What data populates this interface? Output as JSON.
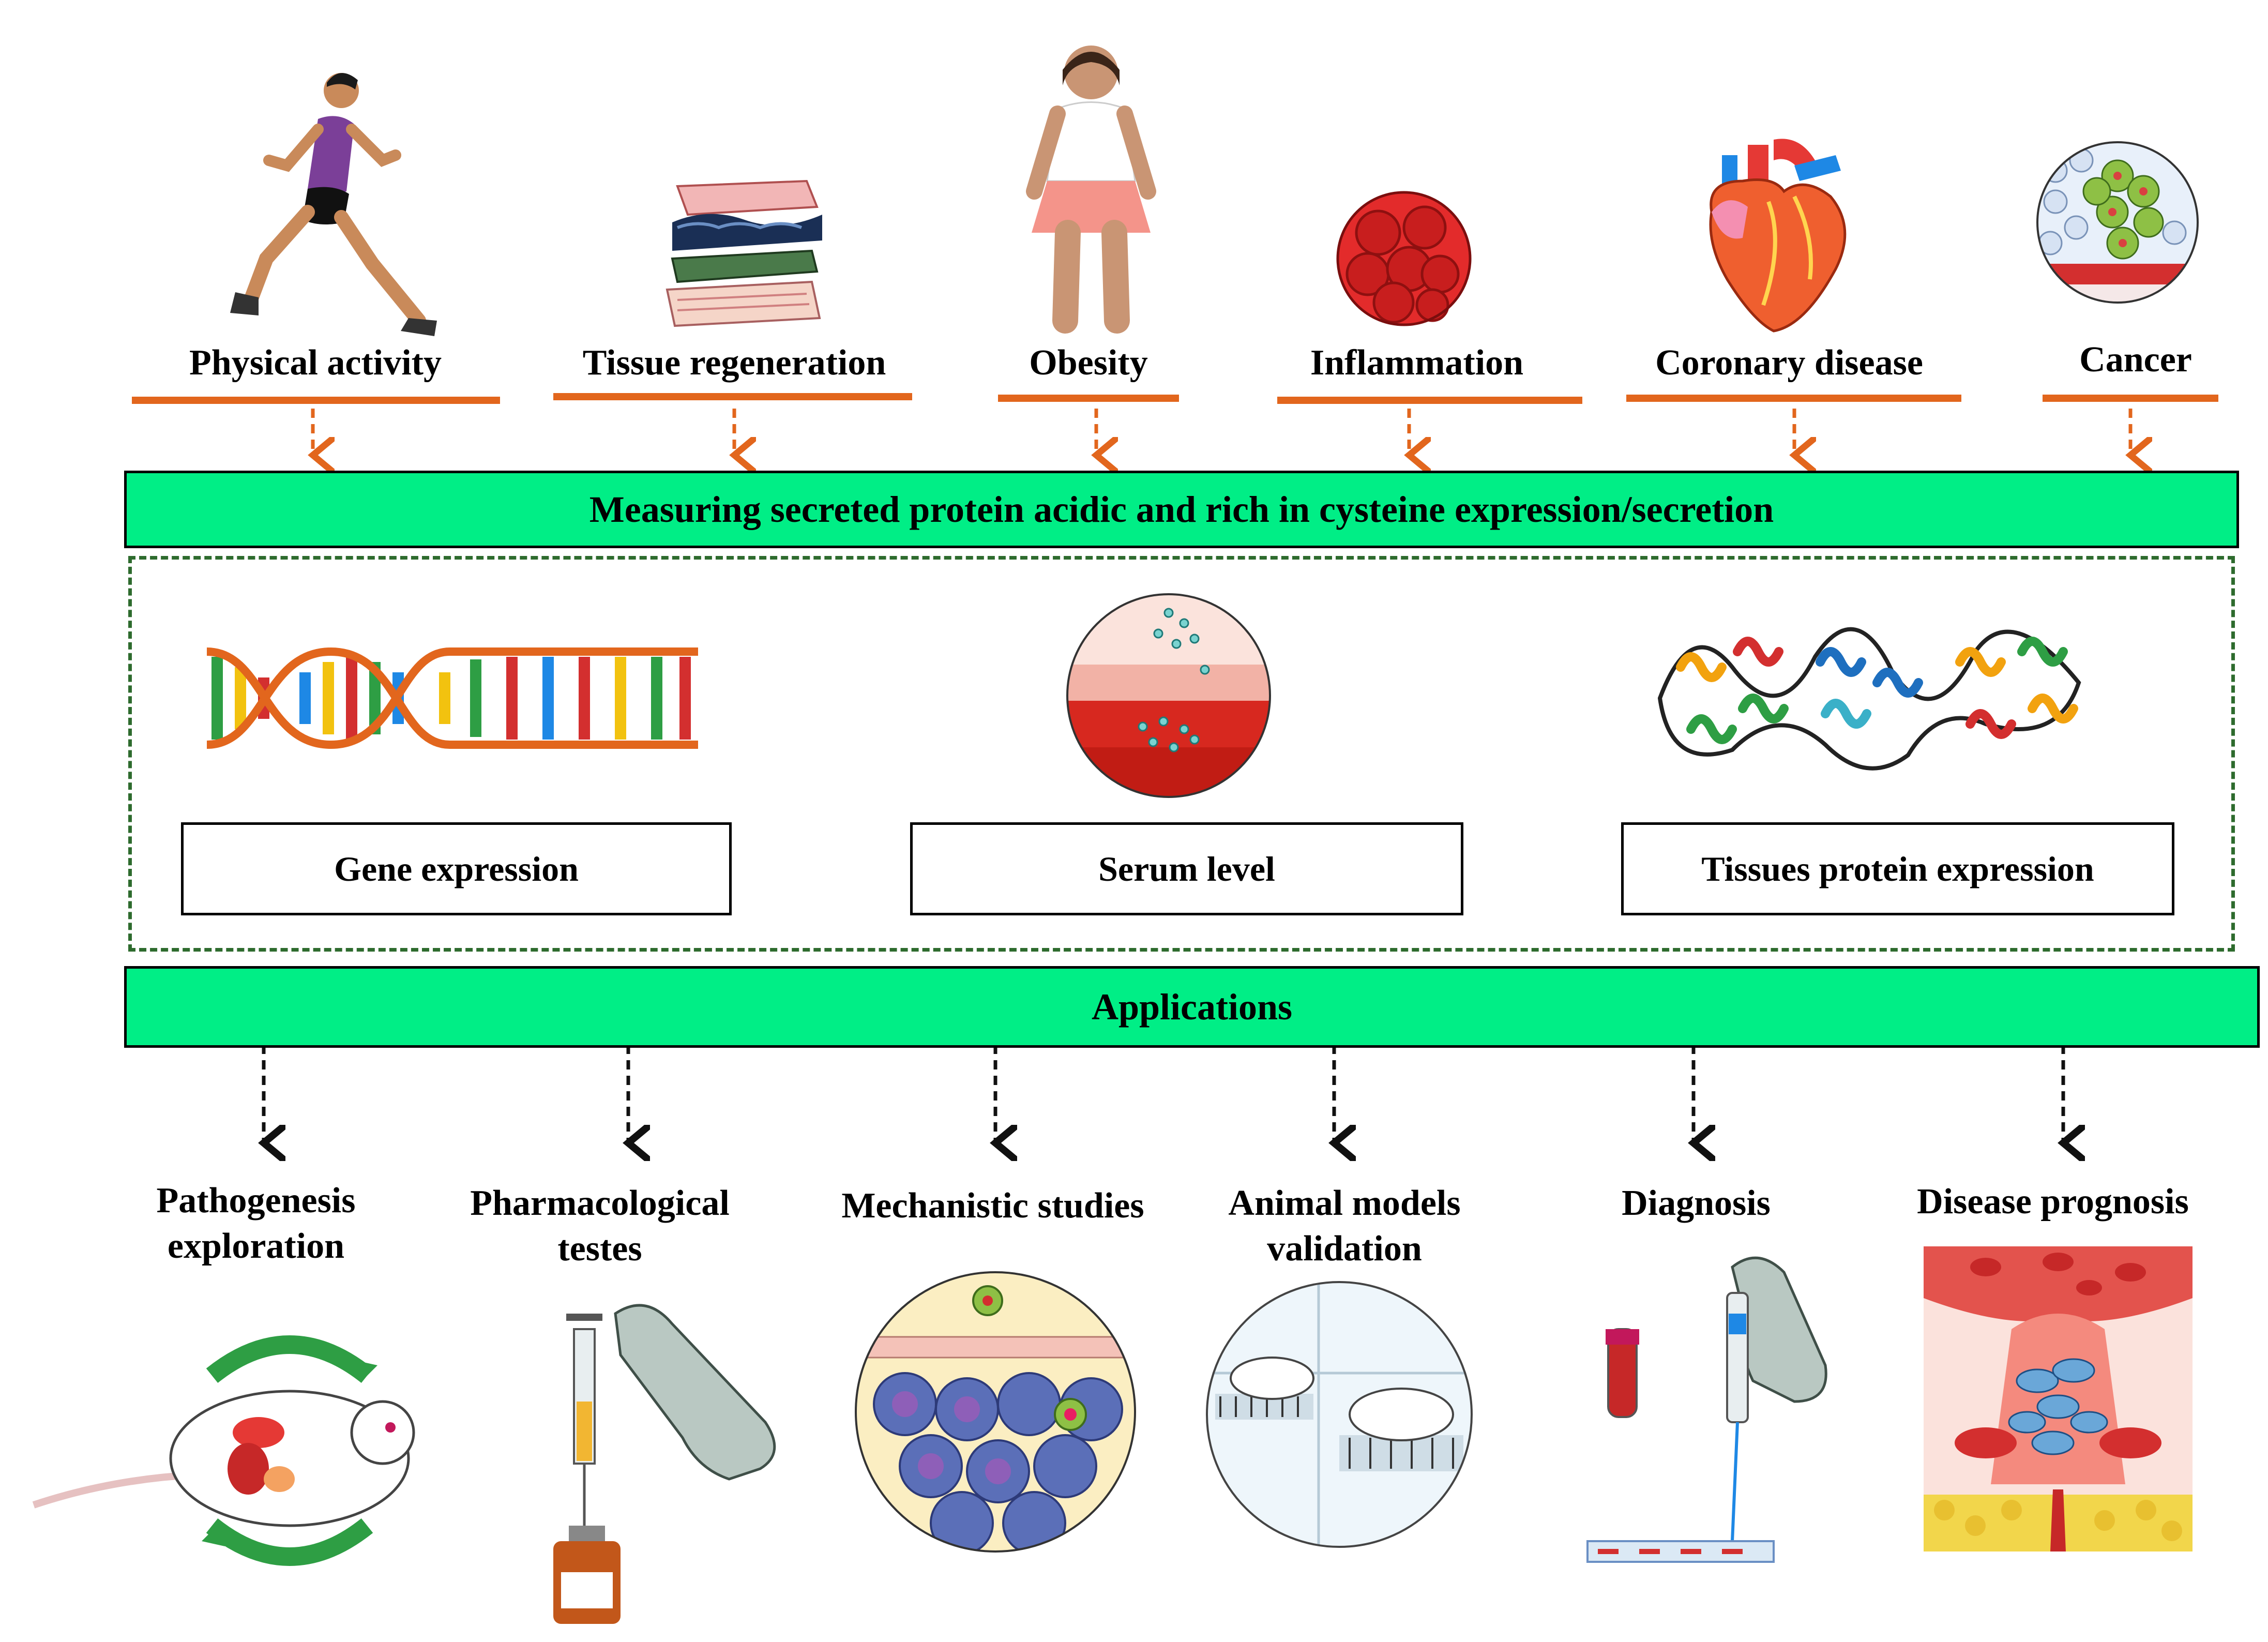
{
  "top_factors": [
    {
      "label": "Physical activity",
      "icon": "runner-icon"
    },
    {
      "label": "Tissue  regeneration",
      "icon": "tissue-layers-icon"
    },
    {
      "label": "Obesity",
      "icon": "obese-child-icon"
    },
    {
      "label": "Inflammation",
      "icon": "inflamed-cells-icon"
    },
    {
      "label": "Coronary disease",
      "icon": "heart-icon"
    },
    {
      "label": "Cancer",
      "icon": "tumor-cells-icon"
    }
  ],
  "measuring_bar": "Measuring secreted  protein acidic and rich in cysteine expression/secretion",
  "methods": [
    {
      "label": "Gene expression",
      "icon": "dna-helix-icon"
    },
    {
      "label": "Serum level",
      "icon": "blood-vessel-icon"
    },
    {
      "label": "Tissues protein expression",
      "icon": "protein-structure-icon"
    }
  ],
  "applications_bar": "Applications",
  "applications": [
    {
      "line1": "Pathogenesis",
      "line2": "exploration",
      "icon": "mouse-organs-icon"
    },
    {
      "line1": "Pharmacological",
      "line2": "testes",
      "icon": "syringe-vial-icon"
    },
    {
      "line1": "Mechanistic  studies",
      "line2": "",
      "icon": "cell-tissue-icon"
    },
    {
      "line1": "Animal models",
      "line2": "validation",
      "icon": "lab-rats-icon"
    },
    {
      "line1": "Diagnosis",
      "line2": "",
      "icon": "pipette-sample-icon"
    },
    {
      "line1": "Disease  prognosis",
      "line2": "",
      "icon": "tumor-invasion-icon"
    }
  ],
  "colors": {
    "accent_orange": "#e2661d",
    "bar_green": "#00ee86",
    "frame_green": "#2e6b2e"
  }
}
